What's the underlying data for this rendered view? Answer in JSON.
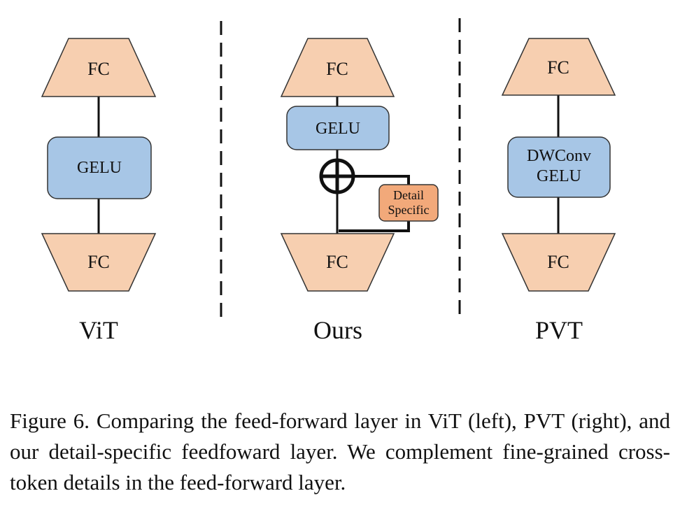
{
  "colors": {
    "fc_fill": "#f7cfb0",
    "gelu_fill": "#a7c6e6",
    "detail_fill": "#f2a97a",
    "stroke": "#111111"
  },
  "panels": {
    "vit": {
      "label": "ViT",
      "top_fc": "FC",
      "middle": "GELU",
      "bottom_fc": "FC"
    },
    "ours": {
      "label": "Ours",
      "top_fc": "FC",
      "middle": "GELU",
      "bottom_fc": "FC",
      "detail_line1": "Detail",
      "detail_line2": "Specific"
    },
    "pvt": {
      "label": "PVT",
      "top_fc": "FC",
      "middle_line1": "DWConv",
      "middle_line2": "GELU",
      "bottom_fc": "FC"
    }
  },
  "caption": "Figure 6.  Comparing the feed-forward layer in ViT (left), PVT (right), and our detail-specific feedfoward layer. We complement fine-grained cross-token details in the feed-forward layer."
}
